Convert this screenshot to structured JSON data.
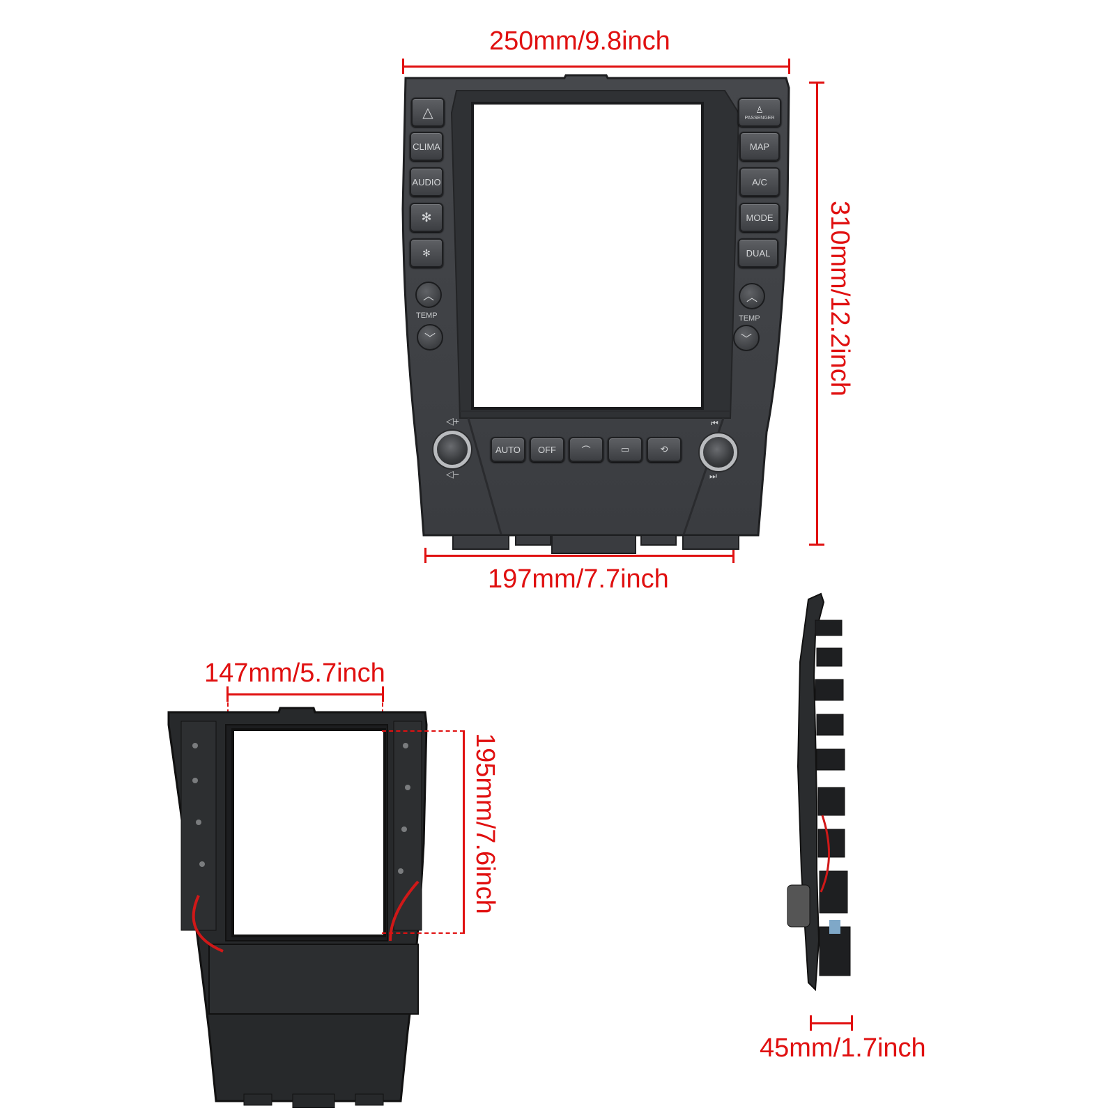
{
  "dimensions": {
    "top_width": "250mm/9.8inch",
    "height": "310mm/12.2inch",
    "bottom_width": "197mm/7.7inch",
    "screen_width": "147mm/5.7inch",
    "screen_height": "195mm/7.6inch",
    "depth": "45mm/1.7inch"
  },
  "front_panel": {
    "left_buttons": [
      "",
      "CLIMA",
      "AUDIO",
      "",
      ""
    ],
    "left_icons": [
      "hazard-icon",
      "",
      "",
      "fan-high-icon",
      "fan-low-icon"
    ],
    "right_buttons": [
      "PASSENGER",
      "MAP",
      "A/C",
      "MODE",
      "DUAL"
    ],
    "right_icons": [
      "seatbelt-icon",
      "",
      "",
      "",
      ""
    ],
    "temp_label": "TEMP",
    "bottom_buttons": [
      "AUTO",
      "OFF",
      "",
      "",
      ""
    ],
    "bottom_icons": [
      "",
      "",
      "front-defrost-icon",
      "rear-defrost-icon",
      "recirculation-icon"
    ]
  },
  "colors": {
    "dimension": "#e01010",
    "panel": "#3d3f43",
    "screen": "#ffffff"
  }
}
